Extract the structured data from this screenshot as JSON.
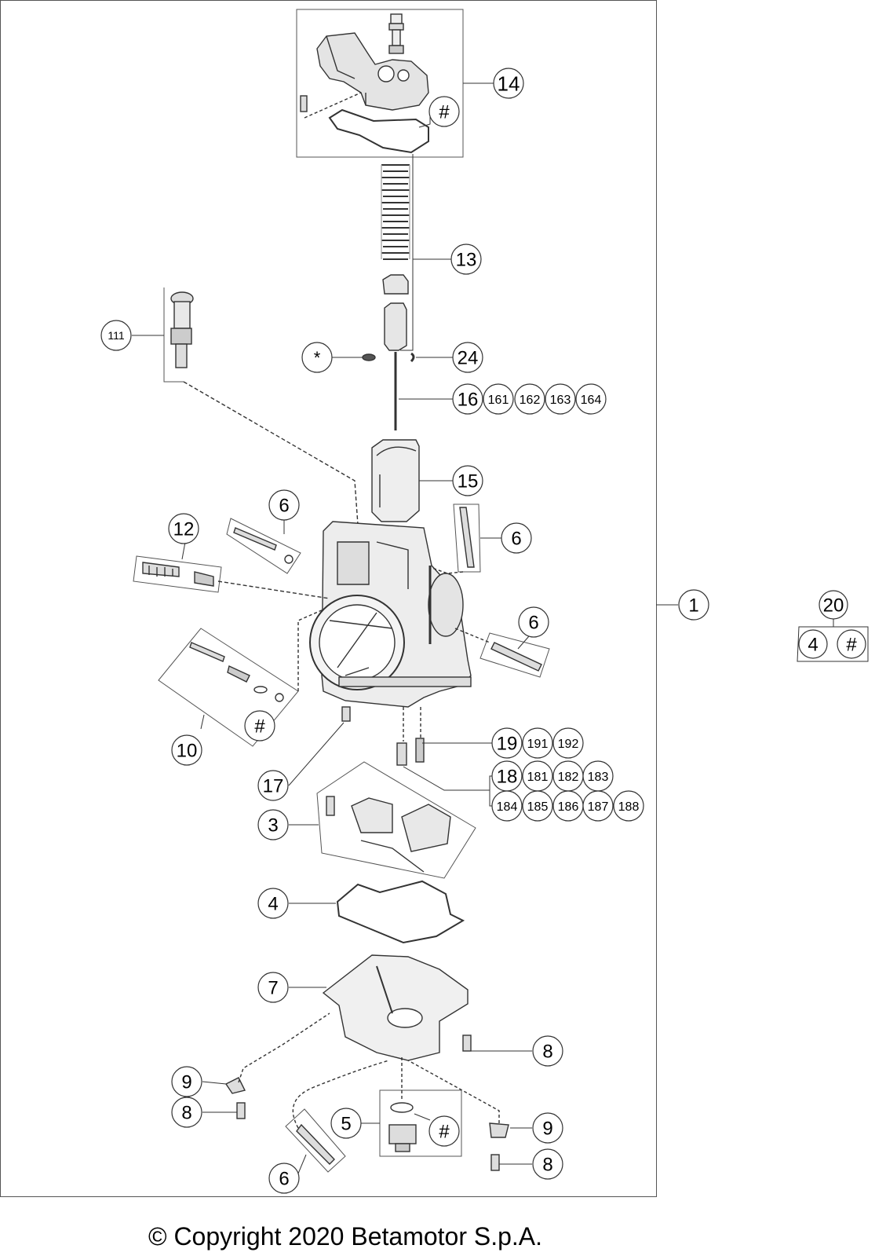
{
  "diagram": {
    "title": "",
    "callouts": {
      "c14": "14",
      "c14_hash": "#",
      "c13": "13",
      "c111": "111",
      "c_star": "*",
      "c24": "24",
      "c16": "16",
      "c161": "161",
      "c162": "162",
      "c163": "163",
      "c164": "164",
      "c15": "15",
      "c6_top": "6",
      "c6_right": "6",
      "c6_mid": "6",
      "c6_bottom": "6",
      "c12": "12",
      "c1": "1",
      "c20": "20",
      "c20_4": "4",
      "c20_hash": "#",
      "c10": "10",
      "c10_hash": "#",
      "c19": "19",
      "c191": "191",
      "c192": "192",
      "c18": "18",
      "c181": "181",
      "c182": "182",
      "c183": "183",
      "c184": "184",
      "c185": "185",
      "c186": "186",
      "c187": "187",
      "c188": "188",
      "c17": "17",
      "c3": "3",
      "c4": "4",
      "c7": "7",
      "c8_right": "8",
      "c8_left": "8",
      "c8_bottom": "8",
      "c9_left": "9",
      "c9_right": "9",
      "c5": "5",
      "c5_hash": "#"
    }
  },
  "footer": {
    "copyright": "© Copyright 2020 Betamotor S.p.A."
  }
}
